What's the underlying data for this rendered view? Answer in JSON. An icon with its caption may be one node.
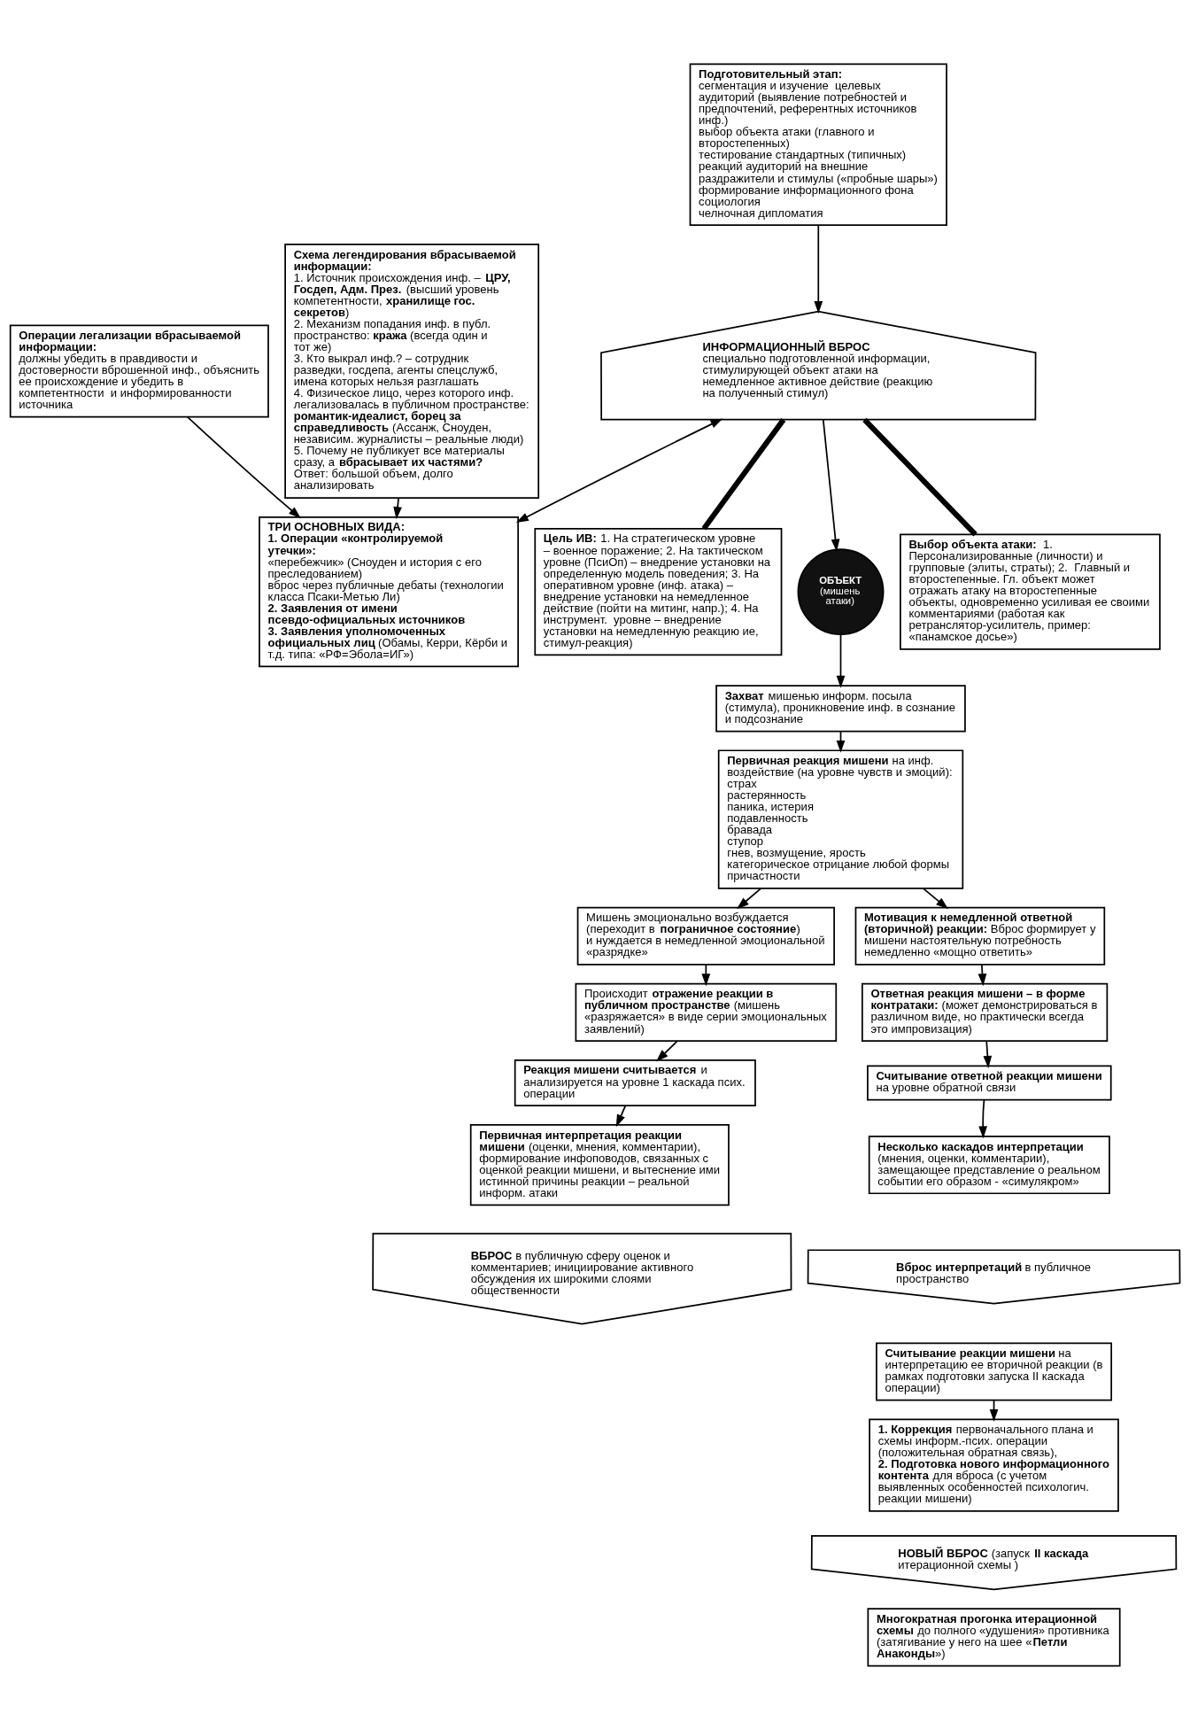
{
  "diagram": {
    "nodes": [
      {
        "text": [
          "**ВБРОС** в публичную сферу оценок и комментариев; инициирование активного обсуждения их широкими слоями общественности"
        ]
      },
      {
        "text": [
          "**Первичная интерпретация реакции мишени** (оценки, мнения, комментарии), формирование инфоповодов, связанных с оценкой реакции мишени, и вытеснение ими истинной причины реакции – реальной информ. атаки"
        ]
      },
      {
        "text": [
          "**Реакция мишени считывается** и анализируется на уровне 1 каскада псих. операции"
        ]
      },
      {
        "text": [
          "Происходит **отражение реакции в публичном пространстве** (мишень «разряжается» в виде серии эмоциональных заявлений)"
        ]
      },
      {
        "text": [
          "Мишень эмоционально возбуждается (переходит в **пограничное состояние**) и нуждается в немедленной эмоциональной «разрядке»"
        ]
      },
      {
        "text": [
          "Подготовительный этап:",
          "сегментация и изучение  целевых аудиторий (выявление потребностей и предпочтений, референтных источников инф.)",
          "выбор объекта атаки (главного и второстепенных)",
          "тестирование стандартных (типичных) реакций аудиторий на внешние раздражители и стимулы («пробные шары»)",
          "формирование информационного фона",
          "социология",
          "челночная дипломатия"
        ]
      },
      {
        "text": [
          "**Цель ИВ:** 1. На стратегическом уровне – военное поражение; 2. На тактическом уровне (ПсиОп) – внедрение установки на определенную модель поведения; 3. На оперативном уровне (инф. атака) – внедрение установки на немедленное действие (пойти на митинг, напр.); 4. На инструмент.  уровне – внедрение установки на немедленную реакцию ие, стимул-реакция)"
        ]
      },
      {
        "text": [
          "ИНФОРМАЦИОННЫЙ ВБРОС",
          "специально подготовленной информации, стимулирующей объект атаки на немедленное активное действие (реакцию на полученный стимул)"
        ]
      },
      {
        "text": [
          "ОБЪЕКТ",
          "(мишень атаки)"
        ]
      },
      {
        "text": [
          "**Захват** мишенью информ. посыла (стимула), проникновение инф. в сознание и подсознание"
        ]
      },
      {
        "text": [
          "**Первичная реакция мишени** на инф. воздействие (на уровне чувств и эмоций):",
          "страх",
          "растерянность",
          "паника, истерия",
          "подавленность",
          "бравада",
          "ступор",
          "гнев, возмущение, ярость",
          "категорическое отрицание любой формы причастности"
        ]
      },
      {
        "text": [
          "**Выбор объекта атаки:**  1. Персонализированные (личности) и  групповые (элиты, страты); 2.  Главный и второстепенные. Гл. объект может отражать атаку на второстепенные объекты, одновременно усиливая ее своими комментариями (работая как ретранслятор-усилитель, пример: «панамское досье»)"
        ]
      },
      {
        "text": [
          "Операции легализации вбрасываемой информации:",
          "должны убедить в правдивости и достоверности вброшенной инф., объяснить ее происхождение и убедить в компетентности  и информированности источника"
        ]
      },
      {
        "text": [
          "ТРИ ОСНОВНЫХ ВИДА:",
          "1. Операции «контролируемой  утечки»:",
          "«перебежчик» (Сноуден и история с его преследованием)",
          "вброс через публичные дебаты (технологии класса Псаки-Метью Ли)",
          "2. Заявления от имени псевдо-официальных источников",
          "**3. Заявления уполномоченных официальных лиц** (Обамы, Керри, Кёрби и т.д. типа: «РФ=Эбола=ИГ»)"
        ]
      },
      {
        "text": [
          "Схема легендирования вбрасываемой информации:",
          "1. Источник происхождения инф. – **ЦРУ, Госдеп, Адм. През.** (высший уровень компетентности, **хранилище гос. секретов**)",
          "2. Механизм попадания инф. в публ. пространство: **кража** (всегда один и тот же)",
          "3. Кто выкрал инф.? – сотрудник разведки, госдепа, агенты спецслужб, имена которых нельзя разглашать",
          "4. Физическое лицо, через которого инф. легализовалась в публичном пространстве: **романтик-идеалист, борец за справедливость** (Ассанж, Сноуден, независим. журналисты – реальные люди)",
          "5. Почему не публикует все материалы сразу, а **вбрасывает их частями?** Ответ: большой объем, долго анализировать"
        ]
      },
      {
        "text": [
          "**Мотивация к немедленной ответной (вторичной) реакции:** Вброс формирует у мишени настоятельную потребность немедленно «мощно ответить»"
        ]
      },
      {
        "text": [
          "**Ответная реакция мишени – в форме контратаки:** (может демонстрироваться в различном виде, но практически всегда это импровизация)"
        ]
      },
      {
        "text": [
          "**Считывание ответной реакции мишени** на уровне обратной связи"
        ]
      },
      {
        "text": [
          "**Несколько каскадов интерпретации** (мнения, оценки, комментарии), замещающее представление о реальном событии его образом - «симулякром»"
        ]
      },
      {
        "text": [
          "**Вброс интерпретаций** в публичное пространство"
        ]
      },
      {
        "text": [
          "**Считывание реакции мишени** на интерпретацию ее вторичной реакции (в рамках подготовки запуска II каскада операции)"
        ]
      },
      {
        "text": [
          "**1. Коррекция** первоначального плана и схемы информ.-псих. операции (положительная обратная связь),",
          "**2. Подготовка нового информационного контента** для вброса (с учетом выявленных особенностей психологич. реакции мишени)"
        ]
      },
      {
        "text": [
          "**НОВЫЙ ВБРОС** (запуск **II каскада** итерационной схемы )"
        ]
      },
      {
        "text": [
          "**Многократная прогонка итерационной схемы** до полного «удушения» противника (затягивание у него на шее «**Петли Анаконды**»)"
        ]
      }
    ],
    "edges": [
      {
        "from": 4,
        "to": 3,
        "arrow": "to"
      },
      {
        "from": 3,
        "to": 2,
        "arrow": "to"
      },
      {
        "from": 2,
        "to": 1,
        "arrow": "to"
      },
      {
        "from": 10,
        "to": 4,
        "arrow": "to"
      },
      {
        "from": 10,
        "to": 15,
        "arrow": "to"
      },
      {
        "from": 15,
        "to": 16,
        "arrow": "to"
      },
      {
        "from": 16,
        "to": 17,
        "arrow": "to"
      },
      {
        "from": 17,
        "to": 18,
        "arrow": "to"
      },
      {
        "from": 9,
        "to": 10,
        "arrow": "to"
      },
      {
        "from": 8,
        "to": 9,
        "arrow": "to"
      },
      {
        "from": 7,
        "to": 8,
        "arrow": "to"
      },
      {
        "from": 7,
        "to": 6,
        "arrow": "none",
        "style": "thick"
      },
      {
        "from": 7,
        "to": 11,
        "arrow": "none",
        "style": "thick"
      },
      {
        "from": 5,
        "to": 7,
        "arrow": "to"
      },
      {
        "from": 7,
        "to": 13,
        "arrow": "both"
      },
      {
        "from": 14,
        "to": 13,
        "arrow": "to"
      },
      {
        "from": 12,
        "to": 13,
        "arrow": "to"
      },
      {
        "from": 20,
        "to": 21,
        "arrow": "to"
      }
    ]
  }
}
